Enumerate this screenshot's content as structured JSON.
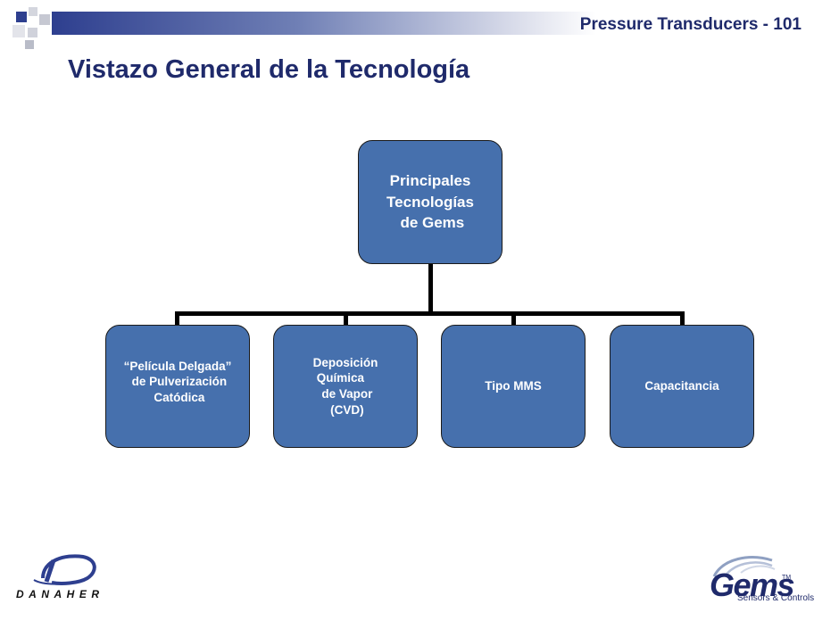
{
  "header": {
    "title": "Pressure Transducers - 101"
  },
  "page": {
    "title": "Vistazo General de la Tecnología"
  },
  "diagram": {
    "root": {
      "label": "Principales\nTecnologías\n de Gems"
    },
    "children": [
      {
        "label": "“Película Delgada”\n de Pulverización\n Catódica"
      },
      {
        "label": "Deposición\nQuímica   \n de Vapor\n (CVD)"
      },
      {
        "label": "Tipo MMS"
      },
      {
        "label": "Capacitancia"
      }
    ]
  },
  "logos": {
    "left": {
      "text": "DANAHER"
    },
    "right": {
      "text": "Gems",
      "tm": "TM",
      "subtitle": "Sensors & Controls"
    }
  },
  "colors": {
    "node_fill": "#4670ad",
    "title": "#1f2a6b",
    "connector": "#000000"
  }
}
